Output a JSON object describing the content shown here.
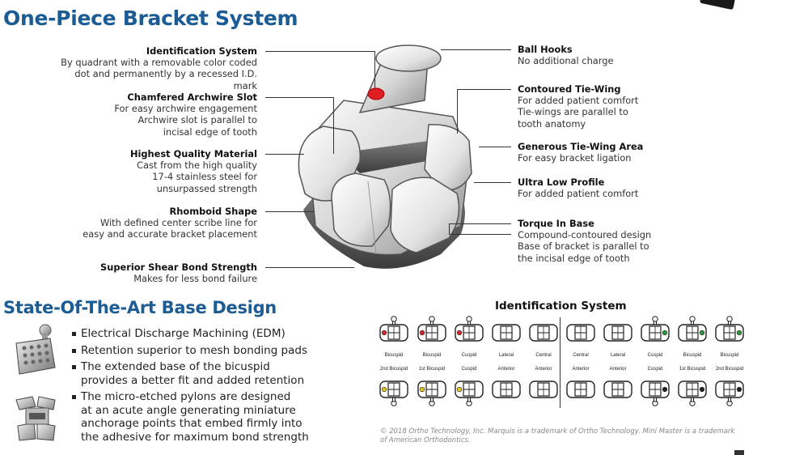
{
  "headings": {
    "main": "One-Piece Bracket System",
    "base": "State-Of-The-Art Base Design"
  },
  "left_features": [
    {
      "title": "Identification System",
      "desc": "By quadrant with a removable color coded\ndot and permanently by a recessed I.D. mark"
    },
    {
      "title": "Chamfered Archwire Slot",
      "desc": "For easy archwire engagement\nArchwire slot is parallel to\nincisal edge of tooth"
    },
    {
      "title": "Highest Quality Material",
      "desc": "Cast from the high quality\n17-4 stainless steel for\nunsurpassed strength"
    },
    {
      "title": "Rhomboid Shape",
      "desc": "With defined center scribe line for\neasy and accurate bracket placement"
    },
    {
      "title": "Superior Shear Bond Strength",
      "desc": "Makes for less bond failure"
    }
  ],
  "right_features": [
    {
      "title": "Ball Hooks",
      "desc": "No additional charge"
    },
    {
      "title": "Contoured Tie-Wing",
      "desc": "For added patient comfort\nTie-wings are parallel to\ntooth anatomy"
    },
    {
      "title": "Generous Tie-Wing Area",
      "desc": "For easy bracket ligation"
    },
    {
      "title": "Ultra Low Profile",
      "desc": "For added patient comfort"
    },
    {
      "title": "Torque In Base",
      "desc": "Compound-contoured design\nBase of bracket is parallel to\nthe incisal edge of tooth"
    }
  ],
  "base_bullets": [
    "Electrical Discharge Machining (EDM)",
    "Retention superior to mesh bonding pads",
    "The extended base of the bicuspid\nprovides a better fit and added retention",
    "The micro-etched pylons are designed\nat an acute angle generating miniature\nanchorage points that embed firmly into\nthe adhesive for maximum bond strength"
  ],
  "id_system": {
    "title": "Identification System",
    "upper_labels": [
      "Bicuspid",
      "Bicuspid",
      "Cuspid",
      "Lateral",
      "Central",
      "Central",
      "Lateral",
      "Cuspid",
      "Bicuspid",
      "Bicuspid"
    ],
    "lower_labels": [
      "2nd Bicuspid",
      "1st Bicuspid",
      "Cuspid",
      "Anterior",
      "Anterior",
      "Anterior",
      "Anterior",
      "Cuspid",
      "1st Bicuspid",
      "2nd Bicuspid"
    ]
  },
  "dot_colors": {
    "upper_right": "#d7262c",
    "upper_left": "#2e9a3c",
    "lower_left": "#e6c619",
    "lower_right": "#222222"
  },
  "colors": {
    "heading": "#1c5c95",
    "id_dot": "#e11d24"
  },
  "copyright": "© 2018 Ortho Technology, Inc. Marquis is a trademark of Ortho Technology. Mini Master is a trademark of American Orthodontics."
}
